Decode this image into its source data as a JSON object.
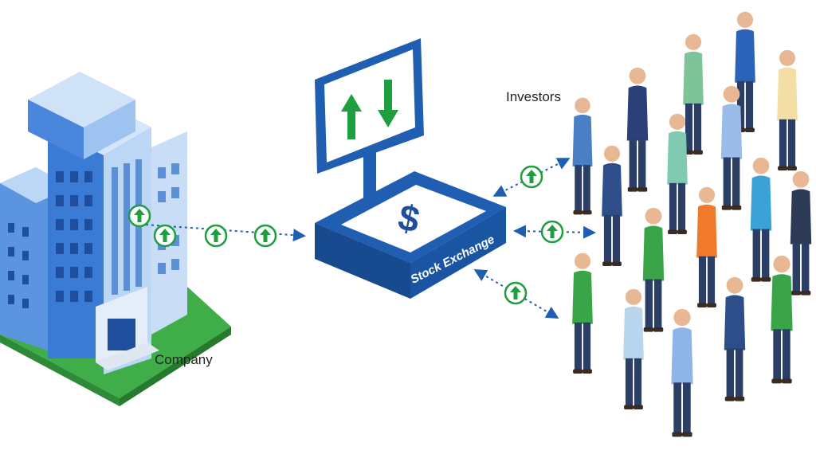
{
  "labels": {
    "company": "Company",
    "investors": "Investors",
    "exchange": "Stock Exchange",
    "exchange_symbol": "$"
  },
  "colors": {
    "building_blue": "#3a7bd5",
    "building_light": "#bcd6f5",
    "building_dark": "#1f4e9c",
    "grass": "#3fae49",
    "exchange_dark": "#1f5eb0",
    "arrow_green": "#1e9e3e",
    "dot_blue": "#1f5eb0"
  },
  "icons": {
    "flow_arrow": "up-arrow-circle-icon",
    "board_up": "green-up-arrow-icon",
    "board_down": "green-down-arrow-icon"
  }
}
